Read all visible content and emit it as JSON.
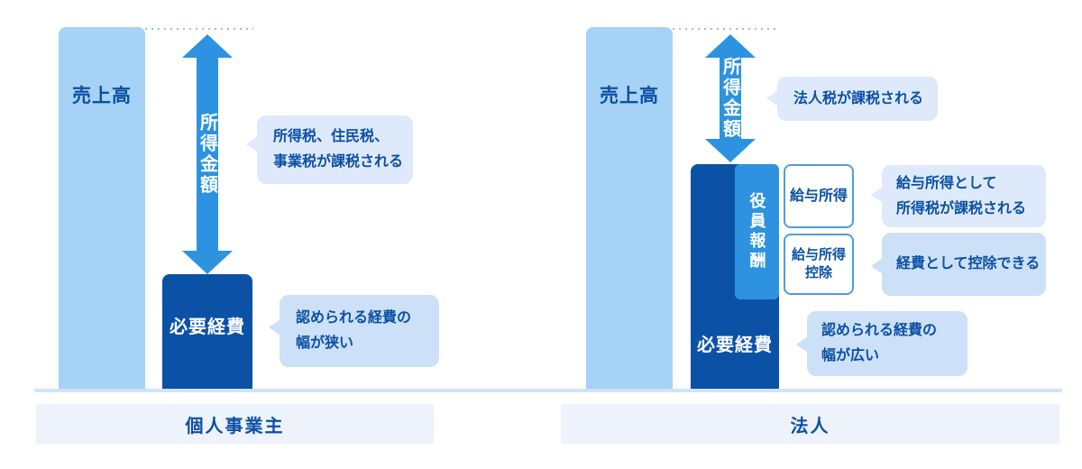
{
  "palette": {
    "bar-light": "#a6d2f6",
    "bar-dark": "#0b52a6",
    "arrow-blue": "#2d93e0",
    "bubble-lavender": "#dfe9fc",
    "bubble-blue": "#cce0f7",
    "text-blue": "#0b50a4",
    "caption-bg": "#eef2fa",
    "baseline": "#cfe4fa",
    "box-border": "#4e9ce1",
    "dotted": "#a9b9cf"
  },
  "panels": {
    "left": {
      "caption": "個人事業主",
      "sales_label": "売上高",
      "income_arrow_label": "所得金額",
      "tax_bubble_lines": [
        "所得税、住民税、",
        "事業税が課税される"
      ],
      "expense_label": "必要経費",
      "expense_bubble_lines": [
        "認められる経費の",
        "幅が狭い"
      ]
    },
    "right": {
      "caption": "法人",
      "sales_label": "売上高",
      "income_arrow_label": "所得金額",
      "tax_bubble_lines": [
        "法人税が課税される"
      ],
      "officer_label": "役員報酬",
      "salary_income_box_label": "給与所得",
      "salary_deduction_box_lines": [
        "給与所得",
        "控除"
      ],
      "salary_income_bubble_lines": [
        "給与所得として",
        "所得税が課税される"
      ],
      "salary_deduction_bubble_lines": [
        "経費として控除できる"
      ],
      "expense_label": "必要経費",
      "expense_bubble_lines": [
        "認められる経費の",
        "幅が広い"
      ]
    }
  }
}
